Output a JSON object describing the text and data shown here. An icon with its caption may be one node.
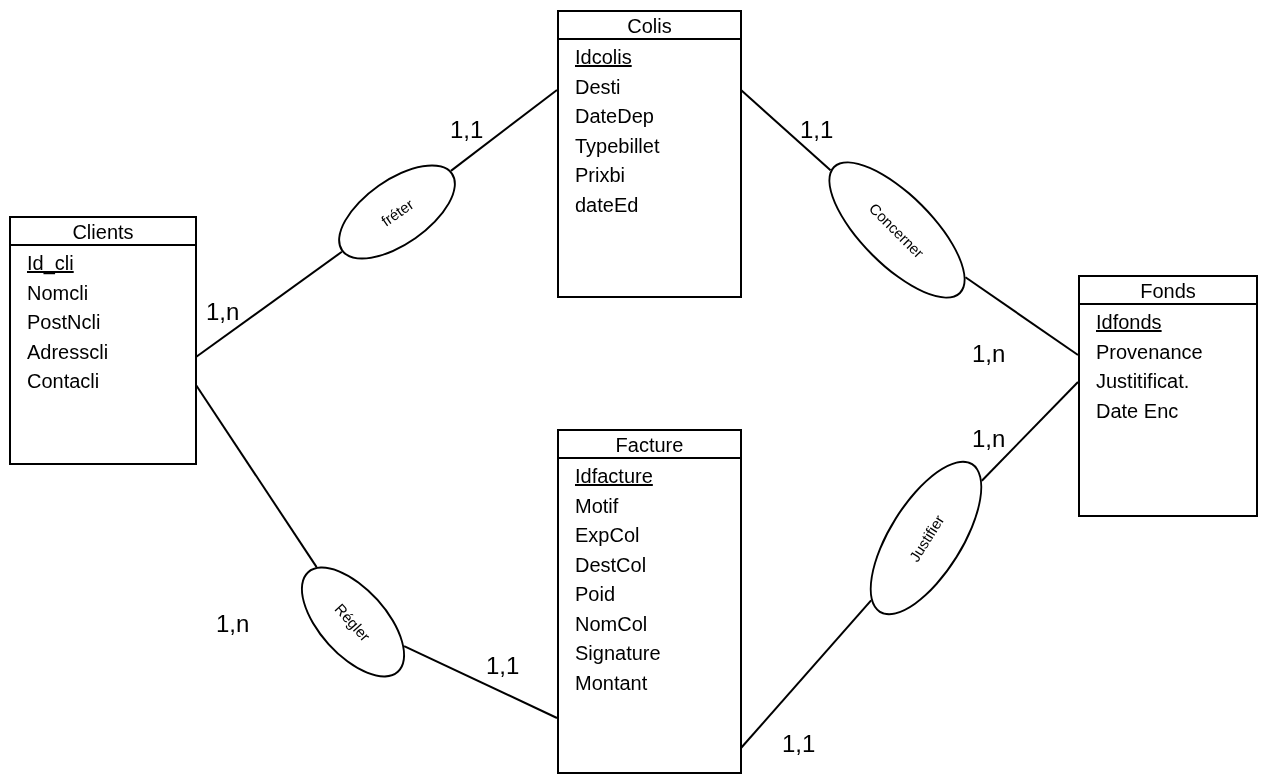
{
  "diagram": {
    "nodes": [
      {
        "text": [
          "Colis",
          "Idcolis",
          "Desti",
          "DateDep",
          "Typebillet",
          "Prixbi",
          "dateEd"
        ]
      },
      {
        "text": [
          "Clients",
          "Id_cli",
          "Nomcli",
          "PostNcli",
          "Adresscli",
          "Contacli"
        ]
      },
      {
        "text": [
          "fréter"
        ]
      },
      {
        "text": [
          "Concerner"
        ]
      },
      {
        "text": [
          "Fonds",
          "Idfonds",
          "Provenance",
          "Justitificat.",
          "Date Enc"
        ]
      },
      {
        "text": [
          "Facture",
          "Idfacture",
          "Motif",
          "ExpCol",
          "DestCol",
          "Poid",
          "NomCol",
          "Signature",
          "Montant"
        ]
      },
      {
        "text": [
          "Régler"
        ]
      },
      {
        "text": [
          "Justifier"
        ]
      }
    ],
    "edges": [
      {
        "from": 1,
        "to": 2,
        "arrow": "none",
        "label": "1,n"
      },
      {
        "from": 0,
        "to": 2,
        "arrow": "none",
        "label": "1,1"
      },
      {
        "from": 0,
        "to": 3,
        "arrow": "none",
        "label": "1,1"
      },
      {
        "from": 4,
        "to": 3,
        "arrow": "none",
        "label": "1,n"
      },
      {
        "from": 4,
        "to": 7,
        "arrow": "none",
        "label": "1,n"
      },
      {
        "from": 5,
        "to": 7,
        "arrow": "none",
        "label": "1,1"
      },
      {
        "from": 5,
        "to": 6,
        "arrow": "none",
        "label": "1,1"
      },
      {
        "from": 1,
        "to": 6,
        "arrow": "none",
        "label": "1,n"
      }
    ]
  }
}
